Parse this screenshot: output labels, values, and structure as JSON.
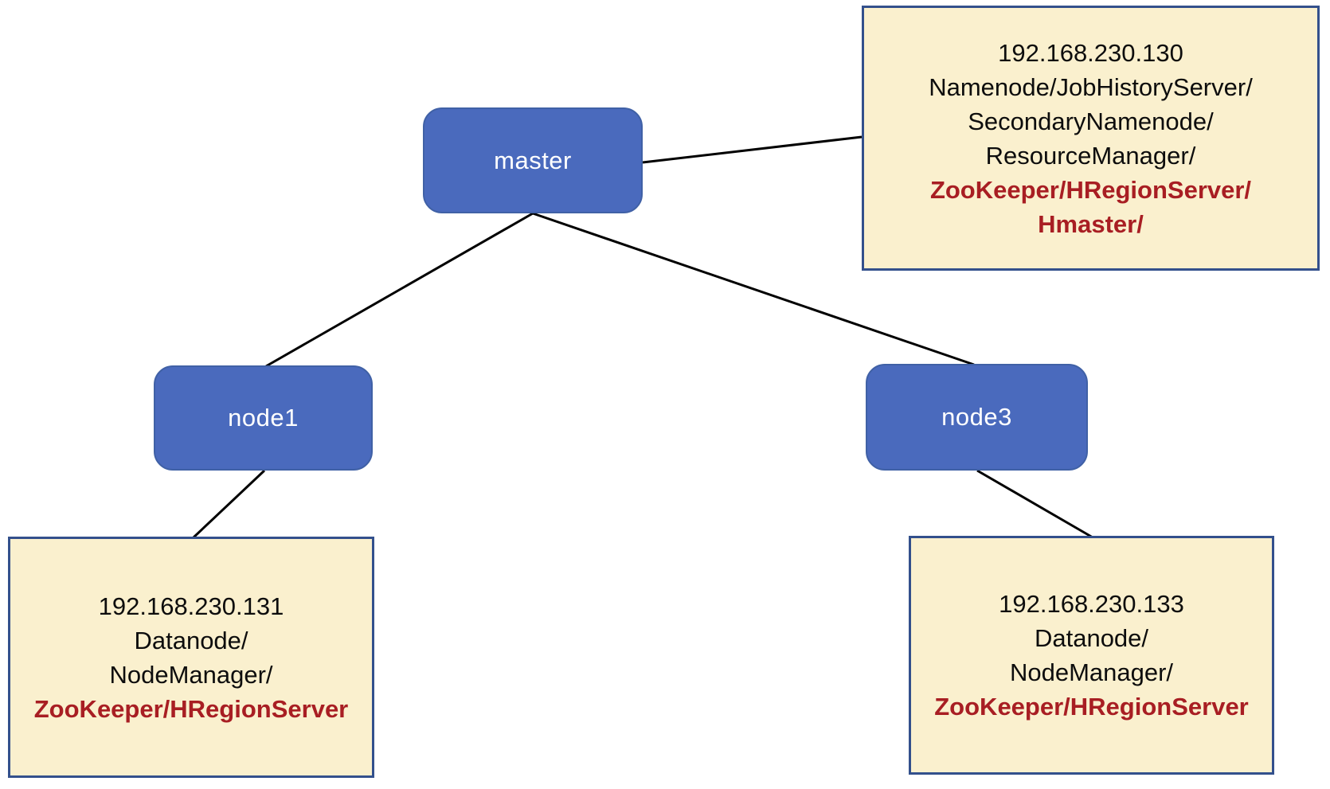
{
  "colors": {
    "node_fill": "#4A6ABD",
    "node_border": "#4061A6",
    "node_text": "#FFFFFF",
    "info_fill": "#FAF0CE",
    "info_border": "#33508C",
    "text_black": "#0D0D0D",
    "text_red": "#A81E23",
    "connector": "#000000",
    "background": "#FFFFFF"
  },
  "nodes": {
    "master": {
      "label": "master"
    },
    "node1": {
      "label": "node1"
    },
    "node3": {
      "label": "node3"
    }
  },
  "info_boxes": {
    "master_info": {
      "lines": [
        {
          "text": "192.168.230.130",
          "emphasis": false
        },
        {
          "text": "Namenode/JobHistoryServer/",
          "emphasis": false
        },
        {
          "text": "SecondaryNamenode/",
          "emphasis": false
        },
        {
          "text": "ResourceManager/",
          "emphasis": false
        },
        {
          "text": "ZooKeeper/HRegionServer/",
          "emphasis": true
        },
        {
          "text": "Hmaster/",
          "emphasis": true
        }
      ]
    },
    "node1_info": {
      "lines": [
        {
          "text": "192.168.230.131",
          "emphasis": false
        },
        {
          "text": "Datanode/",
          "emphasis": false
        },
        {
          "text": "NodeManager/",
          "emphasis": false
        },
        {
          "text": "ZooKeeper/HRegionServer",
          "emphasis": true
        }
      ]
    },
    "node3_info": {
      "lines": [
        {
          "text": "192.168.230.133",
          "emphasis": false
        },
        {
          "text": "Datanode/",
          "emphasis": false
        },
        {
          "text": "NodeManager/",
          "emphasis": false
        },
        {
          "text": "ZooKeeper/HRegionServer",
          "emphasis": true
        }
      ]
    }
  }
}
